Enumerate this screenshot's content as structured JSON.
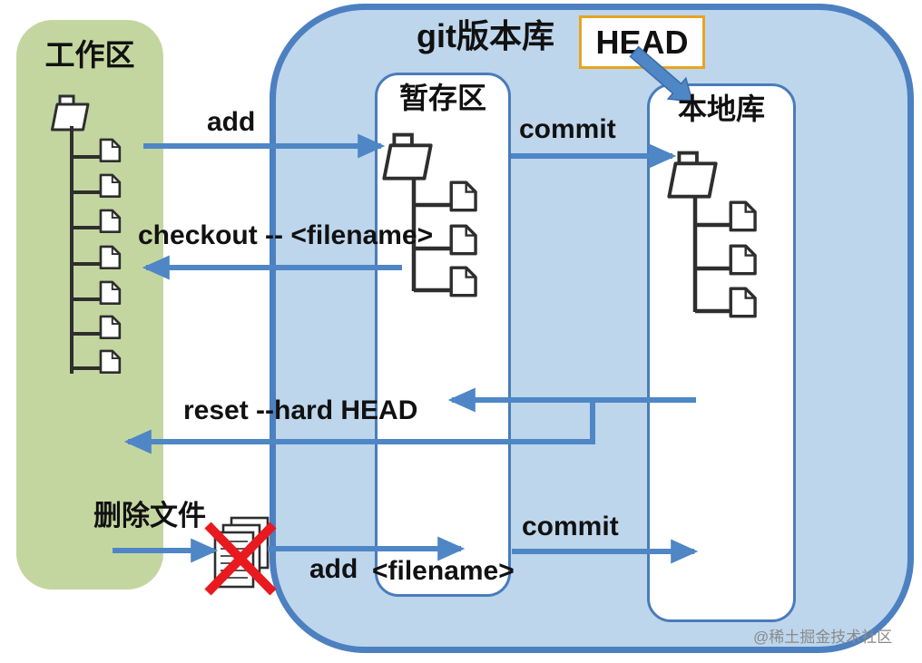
{
  "panels": {
    "working_area": {
      "title": "工作区"
    },
    "git_repo": {
      "title": "git版本库"
    },
    "staging": {
      "title": "暂存区"
    },
    "local_repo": {
      "title": "本地库"
    },
    "head": {
      "label": "HEAD"
    }
  },
  "labels": {
    "add_top": "add",
    "commit_top": "commit",
    "checkout": "checkout -- <filename>",
    "reset": "reset --hard HEAD",
    "delete_file": "删除文件",
    "add_bottom": "add",
    "filename": "<filename>",
    "commit_bottom": "commit"
  },
  "watermark": "@稀土掘金技术社区",
  "icons": {
    "working_tree": "folder-tree-icon",
    "staging_tree": "folder-tree-icon",
    "local_tree": "folder-tree-icon",
    "deleted_files": "crossed-out-documents-icon",
    "head_pointer": "thick-arrow-icon"
  },
  "colors": {
    "green_fill": "#c4d6a0",
    "repo_fill": "#bdd6ec",
    "repo_border": "#4d80c0",
    "box_border": "#4a7cba",
    "arrow_blue": "#4e86c6",
    "head_border": "#e7a41f",
    "cross_red": "#e8191f",
    "text_black": "#111111",
    "watermark_gray": "#8a8a8a",
    "icon_stroke": "#2e2e2e"
  }
}
